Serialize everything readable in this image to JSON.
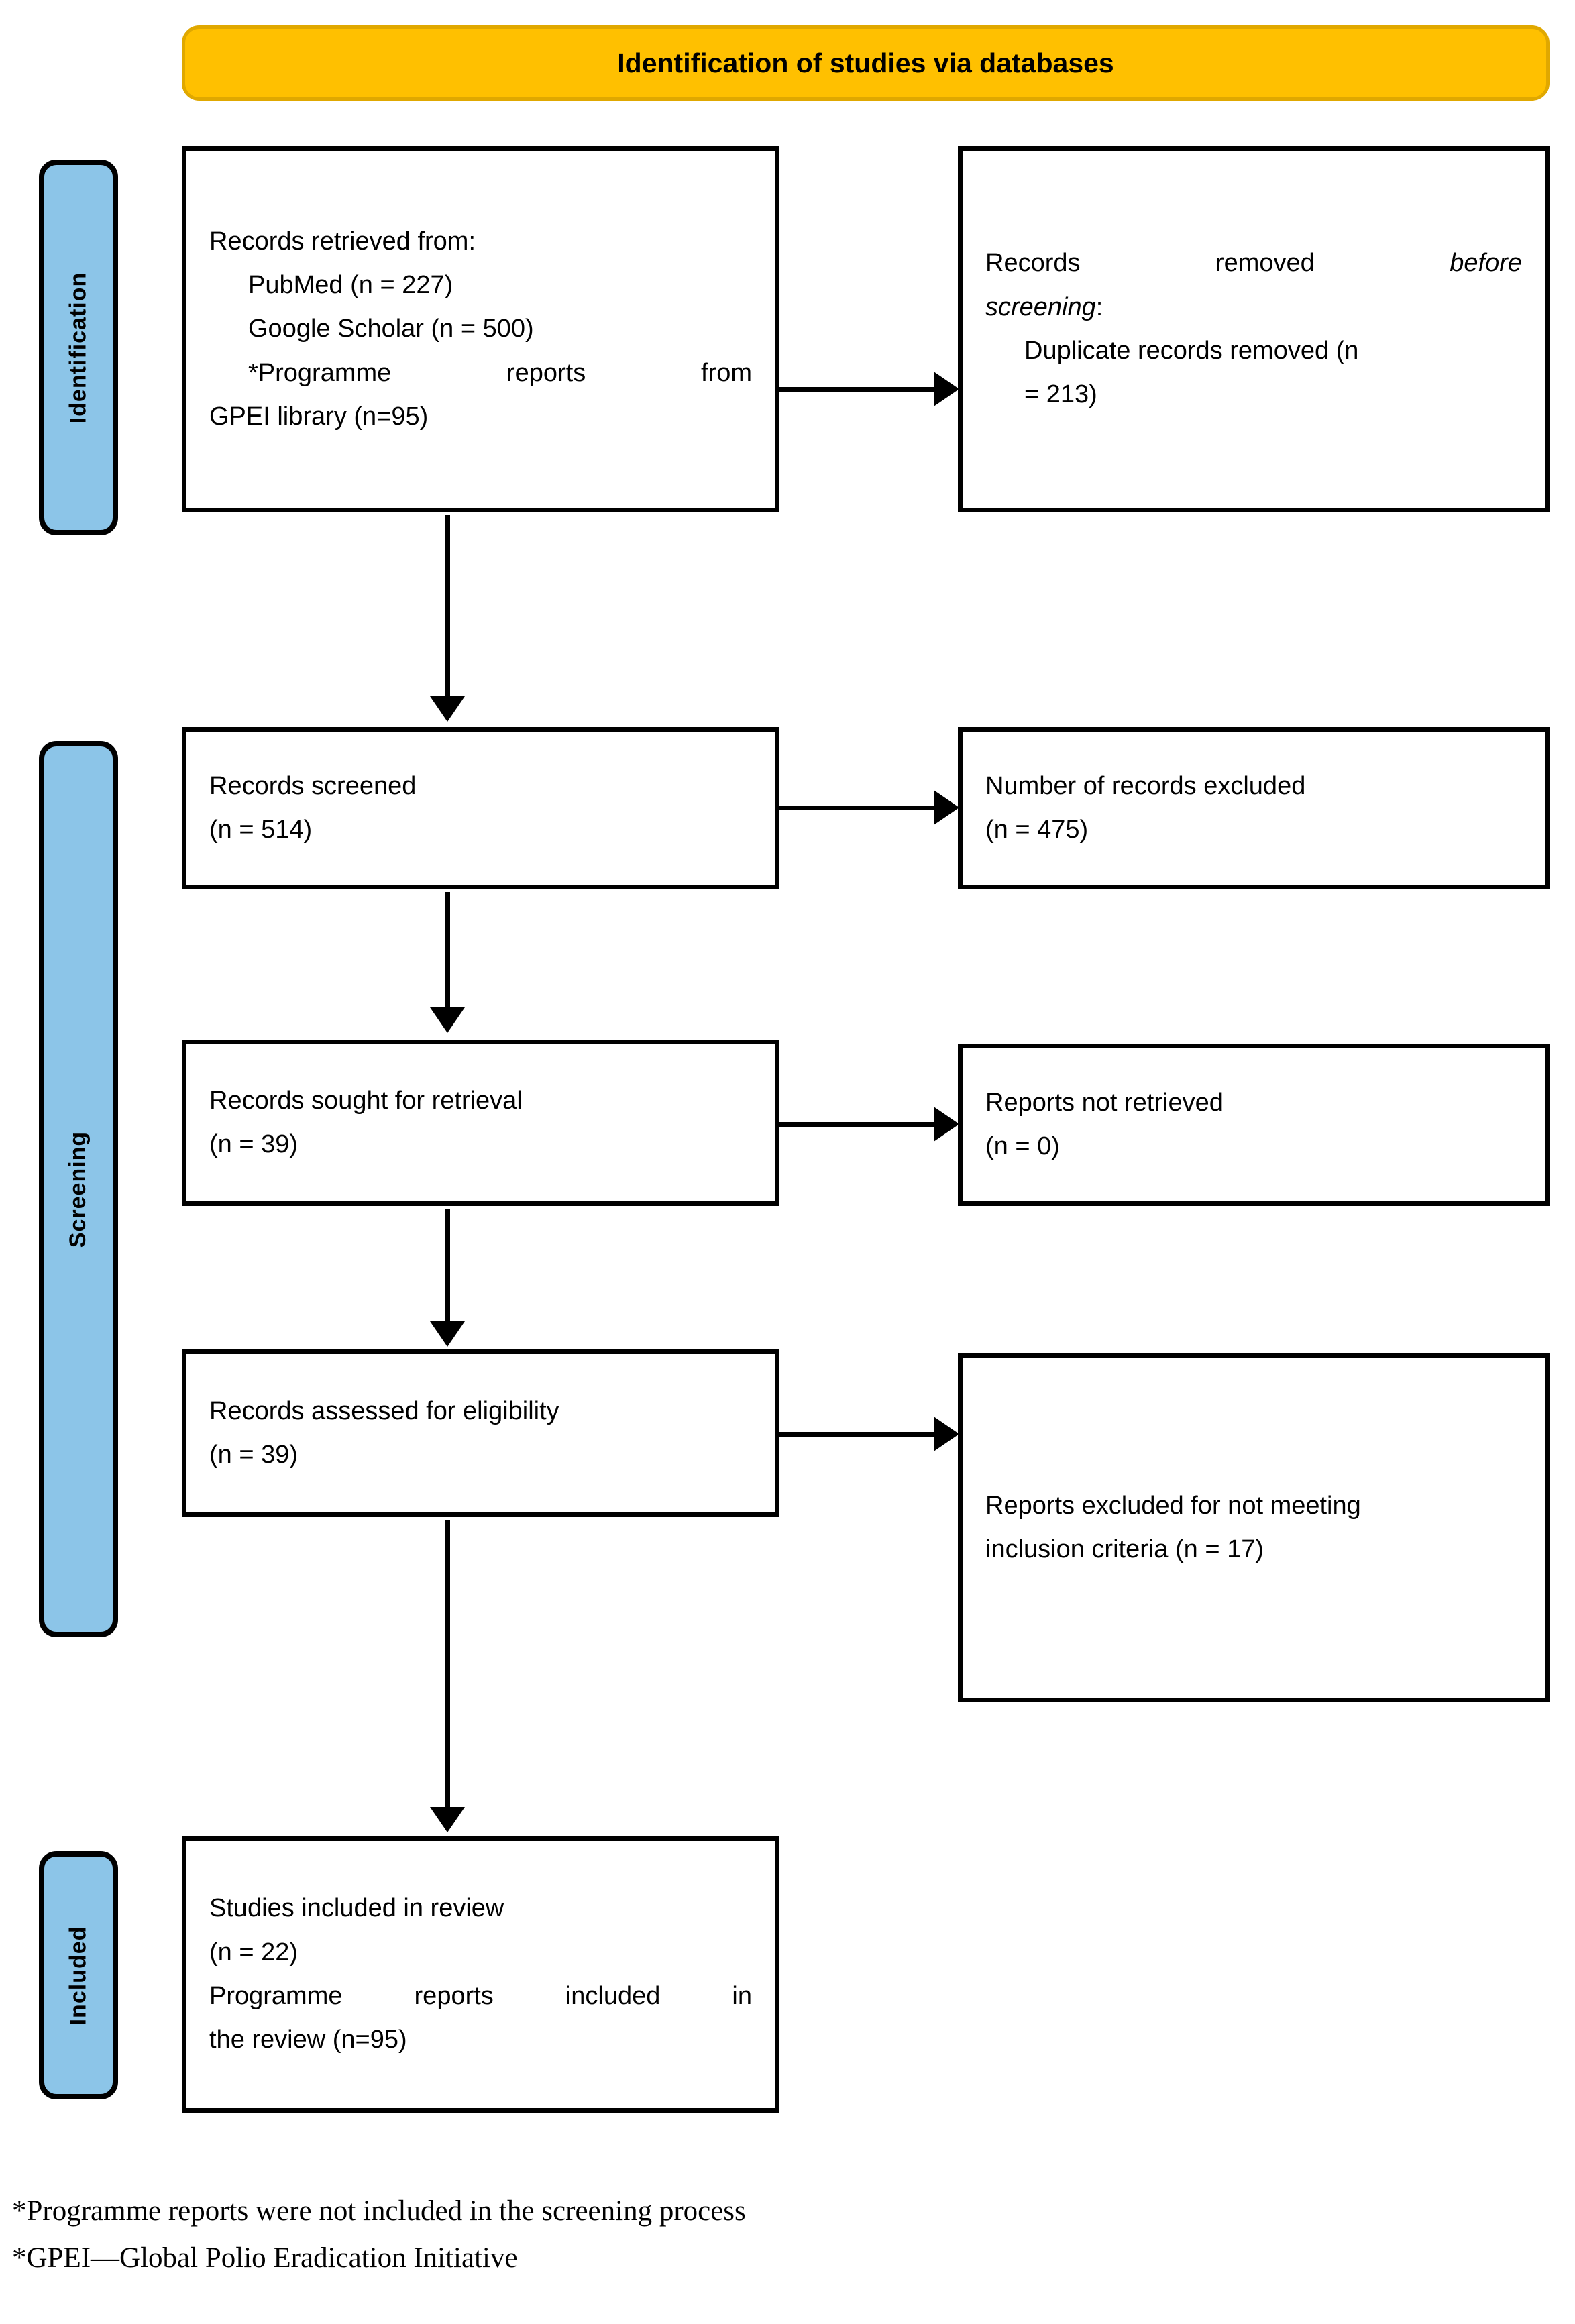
{
  "banner": {
    "title": "Identification of studies via databases",
    "bg_color": "#FFC000"
  },
  "stages": {
    "identification": "Identification",
    "screening": "Screening",
    "included": "Included",
    "bg_color": "#8CC5E8"
  },
  "boxes": {
    "records_retrieved": {
      "heading": "Records retrieved from:",
      "items": [
        "PubMed (n = 227)",
        "Google Scholar (n = 500)",
        "*Programme reports from",
        "GPEI library (n=95)"
      ]
    },
    "records_removed": {
      "heading_part1": "Records removed ",
      "heading_italic": "before",
      "heading_part2": "screening",
      "heading_colon": ":",
      "items": [
        "Duplicate records removed (n",
        "= 213)"
      ]
    },
    "records_screened": {
      "label": "Records screened",
      "count": "(n = 514)"
    },
    "records_excluded": {
      "label": "Number of records excluded",
      "count": "(n = 475)"
    },
    "records_sought": {
      "label": "Records sought for retrieval",
      "count": "(n = 39)"
    },
    "reports_not_retrieved": {
      "label": "Reports not retrieved",
      "count": "(n = 0)"
    },
    "records_assessed": {
      "label": "Records assessed for eligibility",
      "count": "(n = 39)"
    },
    "reports_excluded": {
      "line1": "Reports excluded for not meeting",
      "line2": "inclusion criteria (n = 17)"
    },
    "studies_included": {
      "line1": "Studies included in review",
      "line2": "(n = 22)",
      "line3": "Programme reports included in",
      "line4": "the review (n=95)"
    }
  },
  "footnotes": [
    "*Programme reports were not included in the screening process",
    "*GPEI—Global Polio Eradication Initiative"
  ]
}
